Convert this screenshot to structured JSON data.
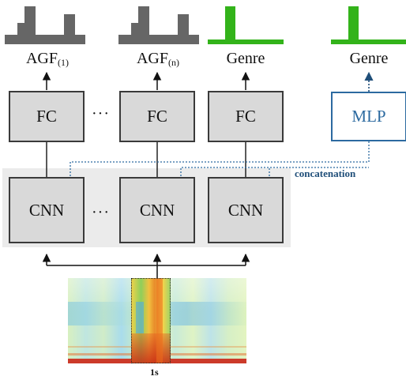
{
  "outputs": {
    "agf_1": {
      "main": "AGF",
      "sub": "(1)"
    },
    "agf_n": {
      "main": "AGF",
      "sub": "(n)"
    },
    "genre_1": "Genre",
    "genre_2": "Genre"
  },
  "fc_blocks": [
    "FC",
    "FC",
    "FC"
  ],
  "cnn_blocks": [
    "CNN",
    "CNN",
    "CNN"
  ],
  "mlp_label": "MLP",
  "ellipsis": "···",
  "concat_label": "concatenation",
  "segment_label": "1s",
  "colors": {
    "histogram_gray": "#666666",
    "genre_green": "#33b31a",
    "mlp_blue": "#2c6aa0",
    "concat_text": "#1f4e79",
    "block_fill": "#d9d9d9",
    "group_fill": "#ebebeb"
  }
}
